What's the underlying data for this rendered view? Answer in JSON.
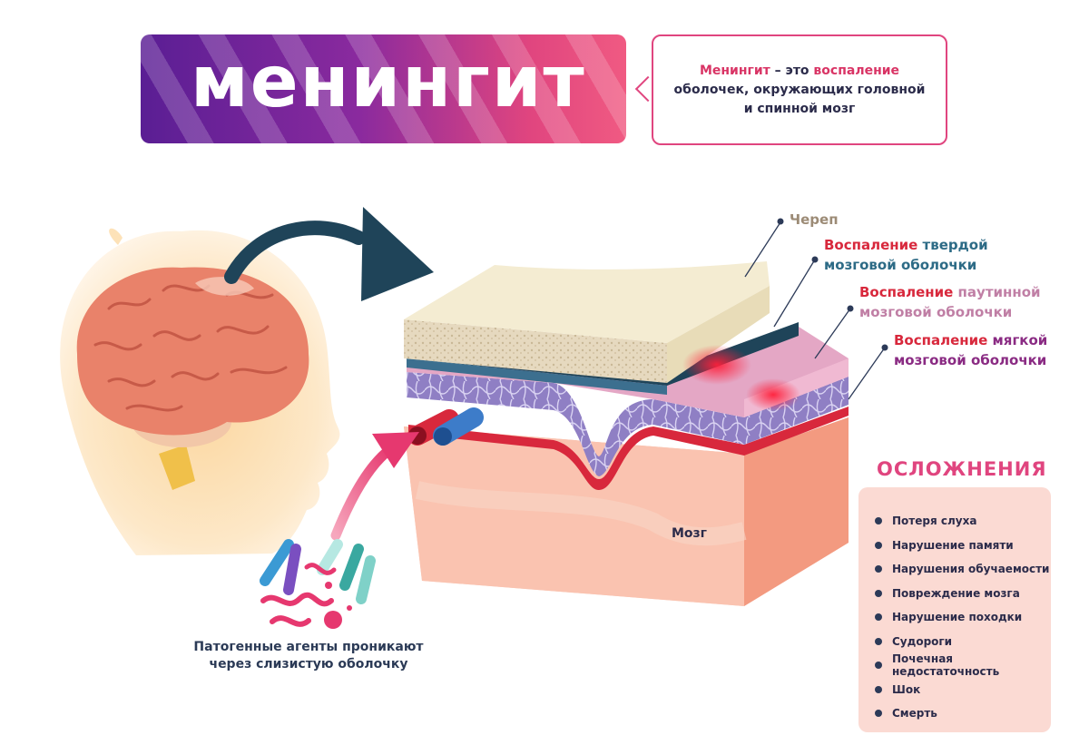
{
  "title": "менингит",
  "definition": {
    "part1": "Менингит",
    "part2": " – это ",
    "part3": "воспаление",
    "line2": "оболочек, окружающих головной",
    "line3": "и спинной мозг"
  },
  "layers": {
    "skull": "Череп",
    "dura": {
      "a": "Воспаление",
      "b": " твердой",
      "c": "мозговой оболочки"
    },
    "arachnoid": {
      "a": "Воспаление",
      "b": " паутинной",
      "c": "мозговой оболочки"
    },
    "pia": {
      "a": "Воспаление",
      "b": " мягкой",
      "c": "мозговой оболочки"
    }
  },
  "brain_label": "Мозг",
  "pathogens": {
    "line1": "Патогенные агенты проникают",
    "line2": "через слизистую оболочку"
  },
  "complications": {
    "title": "ОСЛОЖНЕНИЯ",
    "items": [
      "Потеря слуха",
      "Нарушение памяти",
      "Нарушения обучаемости",
      "Повреждение мозга",
      "Нарушение походки",
      "Судороги",
      "Почечная недостаточность",
      "Шок",
      "Смерть"
    ]
  },
  "colors": {
    "accent_pink": "#e0457f",
    "accent_purple": "#5a1e94",
    "dark_navy": "#1f4459",
    "inflammation_red": "#e8233a"
  }
}
